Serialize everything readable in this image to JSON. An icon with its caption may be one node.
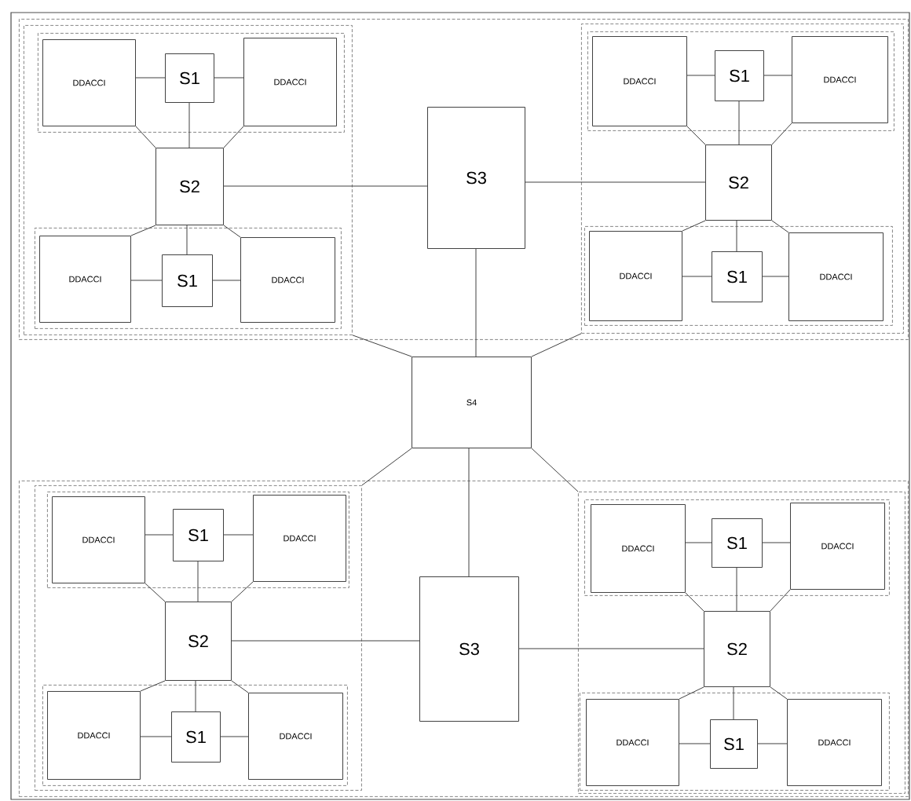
{
  "diagram": {
    "nodes": [
      {
        "text": [],
        "shape": "box"
      },
      {
        "text": [],
        "shape": "box",
        "in": 0
      },
      {
        "text": [],
        "shape": "box",
        "in": 1
      },
      {
        "text": [
          "DDACCI"
        ],
        "in": 2
      },
      {
        "text": [
          "S1"
        ],
        "in": 2
      },
      {
        "text": [
          "DDACCI"
        ],
        "in": 2
      },
      {
        "text": [
          "S2"
        ],
        "in": 1
      },
      {
        "text": [],
        "shape": "box",
        "in": 1
      },
      {
        "text": [
          "DDACCI"
        ],
        "in": 7
      },
      {
        "text": [
          "S1"
        ],
        "in": 7
      },
      {
        "text": [
          "DDACCI"
        ],
        "in": 7
      },
      {
        "text": [
          "S3"
        ],
        "in": 0
      },
      {
        "text": [],
        "shape": "box",
        "in": 0
      },
      {
        "text": [],
        "shape": "box",
        "in": 12
      },
      {
        "text": [
          "DDACCI"
        ],
        "in": 13
      },
      {
        "text": [
          "S1"
        ],
        "in": 13
      },
      {
        "text": [
          "DDACCI"
        ],
        "in": 13
      },
      {
        "text": [
          "S2"
        ],
        "in": 12
      },
      {
        "text": [],
        "shape": "box",
        "in": 12
      },
      {
        "text": [
          "DDACCI"
        ],
        "in": 18
      },
      {
        "text": [
          "S1"
        ],
        "in": 18
      },
      {
        "text": [
          "DDACCI"
        ],
        "in": 18
      },
      {
        "text": [
          "S4"
        ]
      },
      {
        "text": [],
        "shape": "box"
      },
      {
        "text": [],
        "shape": "box",
        "in": 23
      },
      {
        "text": [],
        "shape": "box",
        "in": 24
      },
      {
        "text": [
          "DDACCI"
        ],
        "in": 25
      },
      {
        "text": [
          "S1"
        ],
        "in": 25
      },
      {
        "text": [
          "DDACCI"
        ],
        "in": 25
      },
      {
        "text": [
          "S2"
        ],
        "in": 24
      },
      {
        "text": [],
        "shape": "box",
        "in": 24
      },
      {
        "text": [
          "DDACCI"
        ],
        "in": 30
      },
      {
        "text": [
          "S1"
        ],
        "in": 30
      },
      {
        "text": [
          "DDACCI"
        ],
        "in": 30
      },
      {
        "text": [
          "S3"
        ],
        "in": 23
      },
      {
        "text": [],
        "shape": "box",
        "in": 23
      },
      {
        "text": [],
        "shape": "box",
        "in": 35
      },
      {
        "text": [
          "DDACCI"
        ],
        "in": 36
      },
      {
        "text": [
          "S1"
        ],
        "in": 36
      },
      {
        "text": [
          "DDACCI"
        ],
        "in": 36
      },
      {
        "text": [
          "S2"
        ],
        "in": 35
      },
      {
        "text": [],
        "shape": "box",
        "in": 35
      },
      {
        "text": [
          "DDACCI"
        ],
        "in": 41
      },
      {
        "text": [
          "S1"
        ],
        "in": 41
      },
      {
        "text": [
          "DDACCI"
        ],
        "in": 41
      }
    ],
    "edges": [
      {
        "from": 3,
        "to": 4,
        "arrow": "none"
      },
      {
        "from": 4,
        "to": 5,
        "arrow": "none"
      },
      {
        "from": 4,
        "to": 6,
        "arrow": "none"
      },
      {
        "from": 6,
        "to": 3,
        "arrow": "none"
      },
      {
        "from": 6,
        "to": 5,
        "arrow": "none"
      },
      {
        "from": 6,
        "to": 8,
        "arrow": "none"
      },
      {
        "from": 6,
        "to": 10,
        "arrow": "none"
      },
      {
        "from": 6,
        "to": 9,
        "arrow": "none"
      },
      {
        "from": 8,
        "to": 9,
        "arrow": "none"
      },
      {
        "from": 9,
        "to": 10,
        "arrow": "none"
      },
      {
        "from": 6,
        "to": 11,
        "arrow": "none"
      },
      {
        "from": 14,
        "to": 15,
        "arrow": "none"
      },
      {
        "from": 15,
        "to": 16,
        "arrow": "none"
      },
      {
        "from": 15,
        "to": 17,
        "arrow": "none"
      },
      {
        "from": 17,
        "to": 14,
        "arrow": "none"
      },
      {
        "from": 17,
        "to": 16,
        "arrow": "none"
      },
      {
        "from": 17,
        "to": 19,
        "arrow": "none"
      },
      {
        "from": 17,
        "to": 21,
        "arrow": "none"
      },
      {
        "from": 17,
        "to": 20,
        "arrow": "none"
      },
      {
        "from": 19,
        "to": 20,
        "arrow": "none"
      },
      {
        "from": 20,
        "to": 21,
        "arrow": "none"
      },
      {
        "from": 11,
        "to": 17,
        "arrow": "none"
      },
      {
        "from": 11,
        "to": 22,
        "arrow": "none"
      },
      {
        "from": 22,
        "to": 1,
        "arrow": "none"
      },
      {
        "from": 22,
        "to": 12,
        "arrow": "none"
      },
      {
        "from": 22,
        "to": 34,
        "arrow": "none"
      },
      {
        "from": 22,
        "to": 24,
        "arrow": "none"
      },
      {
        "from": 22,
        "to": 35,
        "arrow": "none"
      },
      {
        "from": 26,
        "to": 27,
        "arrow": "none"
      },
      {
        "from": 27,
        "to": 28,
        "arrow": "none"
      },
      {
        "from": 27,
        "to": 29,
        "arrow": "none"
      },
      {
        "from": 29,
        "to": 26,
        "arrow": "none"
      },
      {
        "from": 29,
        "to": 28,
        "arrow": "none"
      },
      {
        "from": 29,
        "to": 31,
        "arrow": "none"
      },
      {
        "from": 29,
        "to": 33,
        "arrow": "none"
      },
      {
        "from": 29,
        "to": 32,
        "arrow": "none"
      },
      {
        "from": 31,
        "to": 32,
        "arrow": "none"
      },
      {
        "from": 32,
        "to": 33,
        "arrow": "none"
      },
      {
        "from": 29,
        "to": 34,
        "arrow": "none"
      },
      {
        "from": 37,
        "to": 38,
        "arrow": "none"
      },
      {
        "from": 38,
        "to": 39,
        "arrow": "none"
      },
      {
        "from": 38,
        "to": 40,
        "arrow": "none"
      },
      {
        "from": 40,
        "to": 37,
        "arrow": "none"
      },
      {
        "from": 40,
        "to": 39,
        "arrow": "none"
      },
      {
        "from": 40,
        "to": 42,
        "arrow": "none"
      },
      {
        "from": 40,
        "to": 44,
        "arrow": "none"
      },
      {
        "from": 40,
        "to": 43,
        "arrow": "none"
      },
      {
        "from": 42,
        "to": 43,
        "arrow": "none"
      },
      {
        "from": 43,
        "to": 44,
        "arrow": "none"
      },
      {
        "from": 34,
        "to": 40,
        "arrow": "none"
      }
    ]
  }
}
